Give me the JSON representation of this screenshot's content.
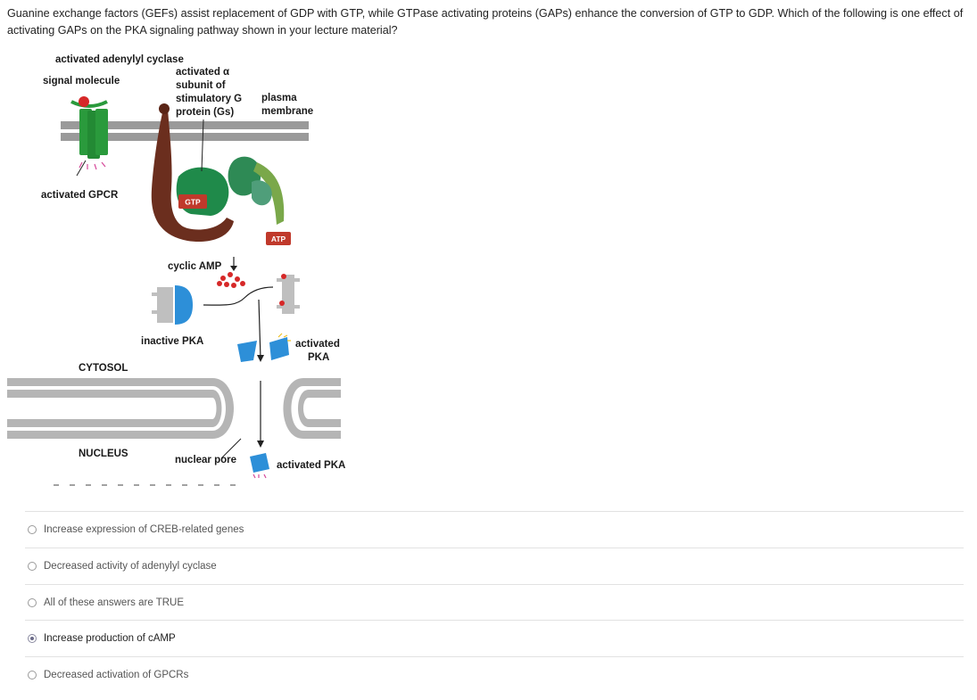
{
  "question": {
    "text": "Guanine exchange factors (GEFs) assist replacement of GDP with GTP, while GTPase activating proteins (GAPs) enhance the conversion of GTP to GDP. Which of the following is one effect of activating GAPs on the PKA signaling pathway shown in your lecture material?"
  },
  "figure": {
    "activated_adenylyl_cyclase": "activated adenylyl cyclase",
    "signal_molecule": "signal molecule",
    "alpha_line1": "activated α",
    "alpha_line2": "subunit of",
    "alpha_line3": "stimulatory G",
    "alpha_line4": "protein (Gs)",
    "plasma": "plasma",
    "membrane": "membrane",
    "activated_gpcr": "activated GPCR",
    "gtp": "GTP",
    "atp": "ATP",
    "cyclic_amp": "cyclic AMP",
    "inactive_pka": "inactive PKA",
    "activated_pka_1": "activated",
    "activated_pka_2": "PKA",
    "cytosol": "CYTOSOL",
    "nucleus": "NUCLEUS",
    "nuclear_pore": "nuclear pore",
    "activated_pka_nucleus": "activated PKA"
  },
  "options": [
    {
      "label": "Increase expression of CREB-related genes",
      "selected": false
    },
    {
      "label": "Decreased activity of adenylyl cyclase",
      "selected": false
    },
    {
      "label": "All of these answers are TRUE",
      "selected": false
    },
    {
      "label": "Increase production of cAMP",
      "selected": true
    },
    {
      "label": "Decreased activation of GPCRs",
      "selected": false
    }
  ],
  "colors": {
    "membrane": "#9a9a9a",
    "gpcr": "#2a9a3c",
    "adenylyl_cyclase": "#6b2e1e",
    "gs_alpha": "#1f8a4a",
    "beta_gamma": "#6aa86f",
    "pka_regulatory": "#bfbfbf",
    "pka_catalytic": "#2d8fd8",
    "camp": "#d62828",
    "tag_bg": "#c0392b"
  }
}
